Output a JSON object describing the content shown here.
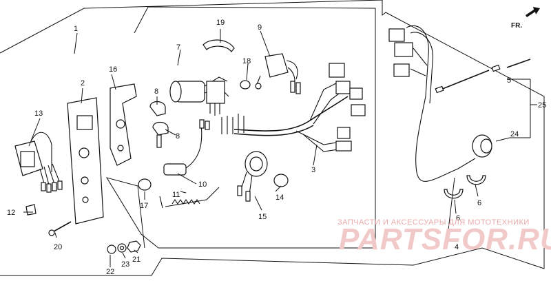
{
  "diagram": {
    "direction_label": "FR.",
    "callouts": {
      "c1": "1",
      "c2": "2",
      "c3": "3",
      "c4": "4",
      "c5": "5",
      "c6a": "6",
      "c6b": "6",
      "c7": "7",
      "c8a": "8",
      "c8b": "8",
      "c9": "9",
      "c10": "10",
      "c11": "11",
      "c12": "12",
      "c13": "13",
      "c14": "14",
      "c15": "15",
      "c16": "16",
      "c17": "17",
      "c18": "18",
      "c19": "19",
      "c20": "20",
      "c21": "21",
      "c22": "22",
      "c23": "23",
      "c24": "24",
      "c25": "25"
    }
  },
  "watermark": {
    "subtitle": "ЗАПЧАСТИ И АКСЕССУАРЫ ДЛЯ МОТОТЕХНИКИ",
    "logo": "PARTSFOR.RU"
  }
}
